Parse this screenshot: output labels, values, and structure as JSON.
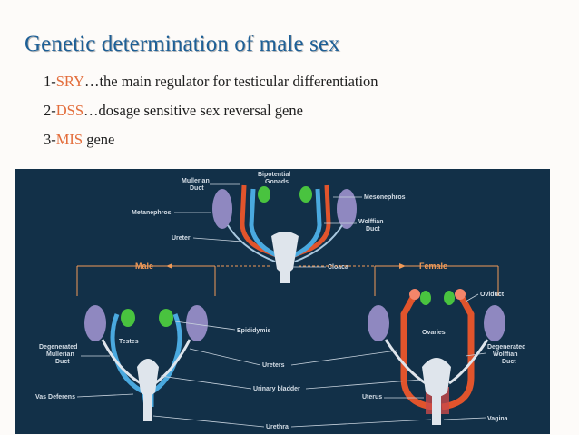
{
  "title": "Genetic determination of male sex",
  "points": [
    {
      "num": "1-",
      "key": "SRY",
      "text": "…the main regulator for testicular differentiation"
    },
    {
      "num": "2-",
      "key": "DSS",
      "text": "…dosage sensitive sex reversal gene"
    },
    {
      "num": "3-",
      "key": "MIS",
      "text": " gene"
    }
  ],
  "diagram": {
    "labels": {
      "bipotential": "Bipotential",
      "gonads": "Gonads",
      "mullerian_1": "Mullerian",
      "mullerian_2": "Duct",
      "mesonephros": "Mesonephros",
      "metanephros": "Metanephros",
      "wolffian_1": "Wolffian",
      "wolffian_2": "Duct",
      "ureter": "Ureter",
      "cloaca": "Cloaca",
      "male": "Male",
      "female": "Female",
      "oviduct": "Oviduct",
      "epididymis": "Epididymis",
      "testes": "Testes",
      "ovaries": "Ovaries",
      "deg_mullerian_1": "Degenerated",
      "deg_mullerian_2": "Mullerian",
      "deg_mullerian_3": "Duct",
      "deg_wolffian_1": "Degenerated",
      "deg_wolffian_2": "Wolffian",
      "deg_wolffian_3": "Duct",
      "ureters": "Ureters",
      "urinary_bladder": "Urinary bladder",
      "vas_deferens": "Vas Deferens",
      "uterus": "Uterus",
      "vagina": "Vagina",
      "urethra": "Urethra"
    },
    "colors": {
      "background": "#123048",
      "duct_blue": "#4aa9df",
      "duct_red": "#e1542c",
      "gonad_green": "#49c33f",
      "organ_white": "#dfe5ec",
      "kidney_purple": "#8f88c0",
      "arrow_orange": "#f29a57"
    }
  }
}
